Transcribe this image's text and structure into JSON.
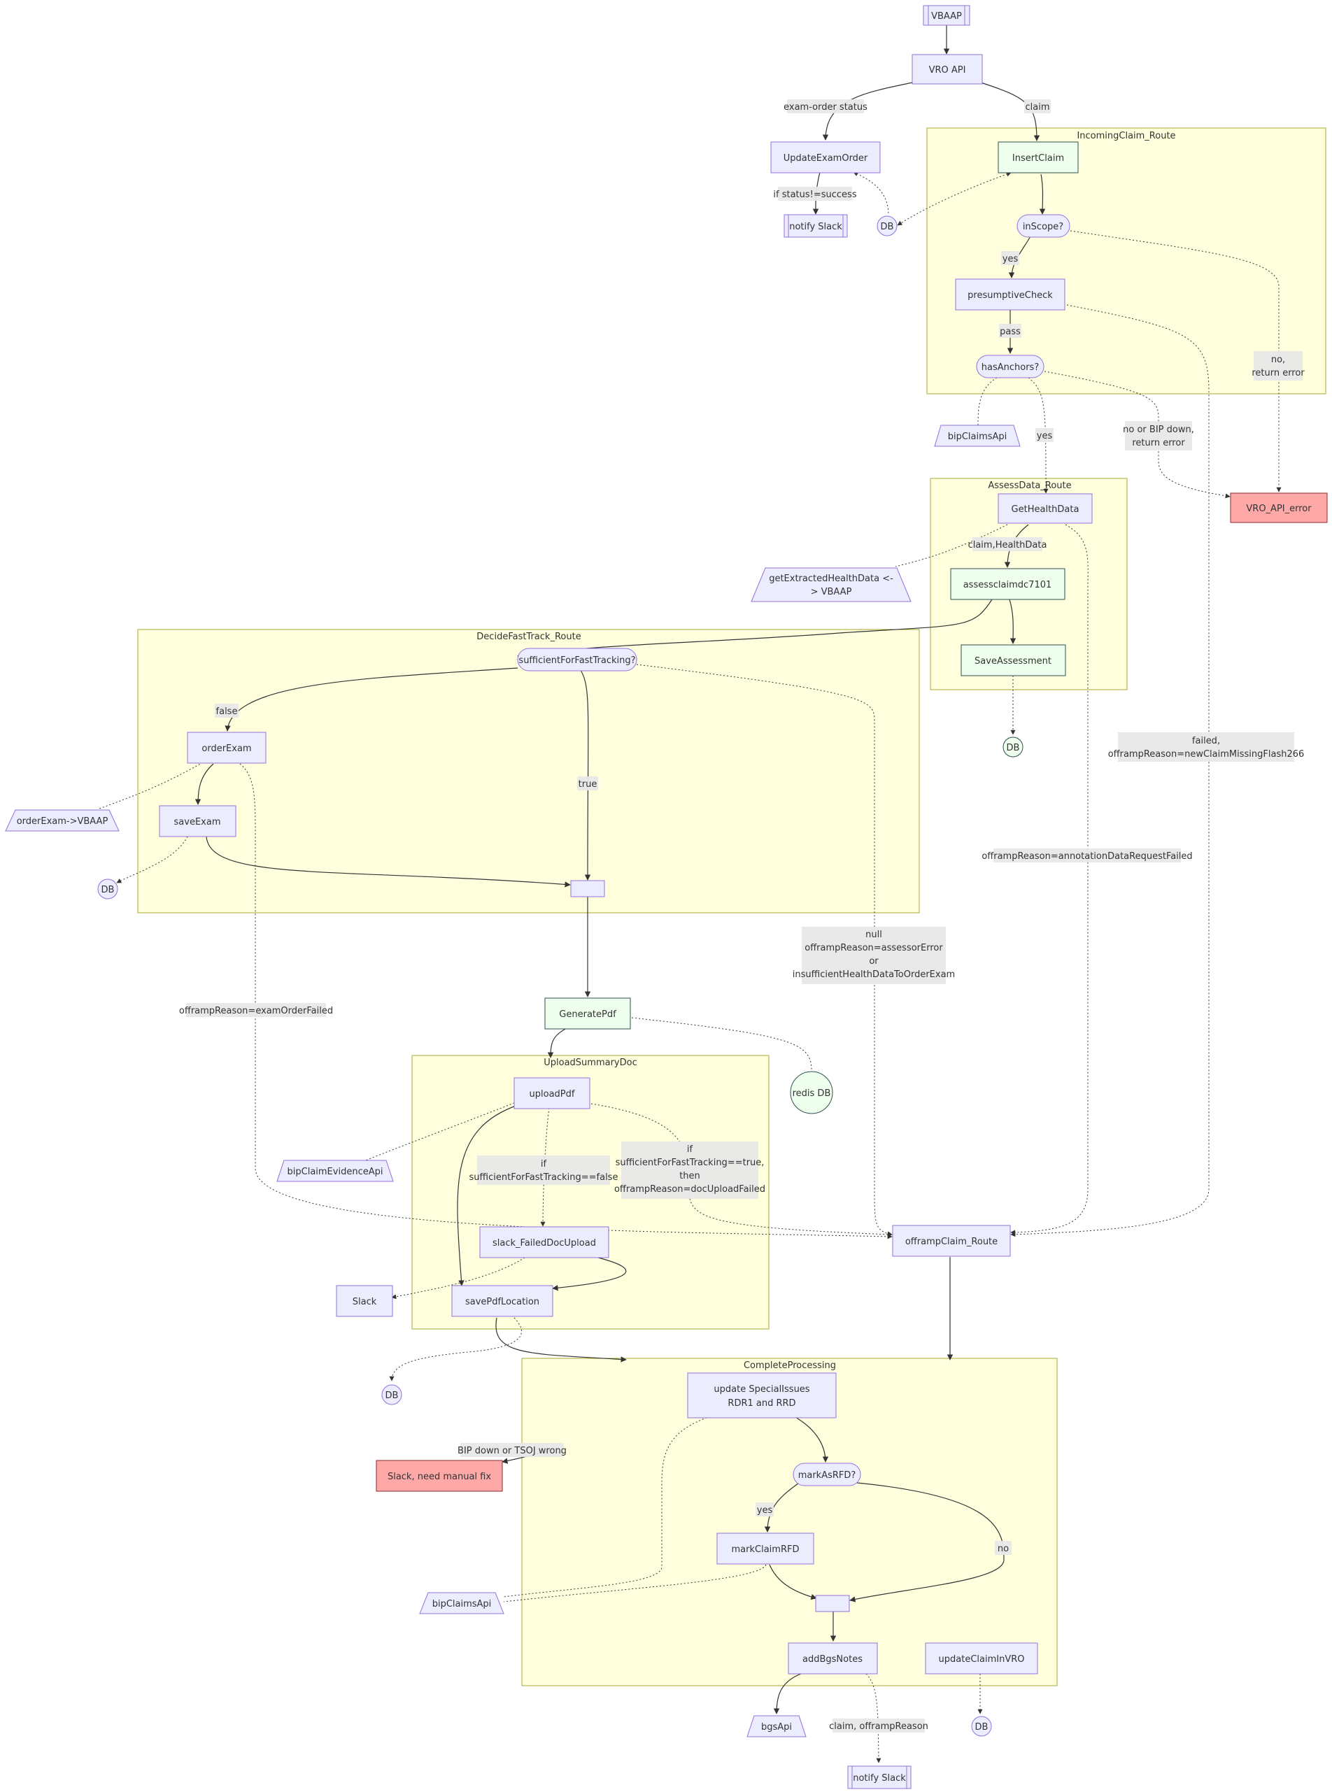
{
  "colors": {
    "node_fill": "#ececff",
    "node_stroke": "#9370db",
    "green_fill": "#efffee",
    "green_stroke": "#2f4f4f",
    "red_fill": "#ffa8a8",
    "red_stroke": "#8b2d2d",
    "cluster_fill": "#ffffde",
    "cluster_stroke": "#aaaa33",
    "edge": "#333333",
    "label_bg": "#e8e8e8"
  },
  "clusters": {
    "incoming": "IncomingClaim_Route",
    "assess": "AssessData_Route",
    "decide": "DecideFastTrack_Route",
    "upload": "UploadSummaryDoc",
    "complete": "CompleteProcessing"
  },
  "nodes": {
    "vbaap": "VBAAP",
    "vro_api": "VRO API",
    "update_exam_order": "UpdateExamOrder",
    "notify_slack_top": "notify Slack",
    "db_top": "DB",
    "insert_claim": "InsertClaim",
    "in_scope": "inScope?",
    "presumptive_check": "presumptiveCheck",
    "has_anchors": "hasAnchors?",
    "bip_claims_api_top": "bipClaimsApi",
    "vro_api_error": "VRO_API_error",
    "get_health_data": "GetHealthData",
    "get_extracted_health_data": [
      "getExtractedHealthData <-",
      "> VBAAP"
    ],
    "assess_claim": "assessclaimdc7101",
    "save_assessment": "SaveAssessment",
    "db_assess": "DB",
    "sufficient_fast_tracking": "sufficientForFastTracking?",
    "order_exam": "orderExam",
    "save_exam": "saveExam",
    "order_exam_vbaap": "orderExam->VBAAP",
    "db_exam": "DB",
    "generate_pdf": "GeneratePdf",
    "redis_db": "redis DB",
    "upload_pdf": "uploadPdf",
    "bip_claim_evidence_api": "bipClaimEvidenceApi",
    "slack_failed_doc_upload": "slack_FailedDocUpload",
    "slack": "Slack",
    "save_pdf_location": "savePdfLocation",
    "db_upload": "DB",
    "offramp_claim_route": "offrampClaim_Route",
    "update_special_issues": [
      "update SpecialIssues",
      "RDR1 and RRD"
    ],
    "slack_manual_fix": "Slack, need manual fix",
    "mark_as_rfd": "markAsRFD?",
    "mark_claim_rfd": "markClaimRFD",
    "bip_claims_api_bottom": "bipClaimsApi",
    "add_bgs_notes": "addBgsNotes",
    "update_claim_in_vro": "updateClaimInVRO",
    "bgs_api": "bgsApi",
    "db_bottom": "DB",
    "notify_slack_bottom": "notify Slack"
  },
  "edge_labels": {
    "exam_order_status": "exam-order status",
    "claim": "claim",
    "if_status_not_success": "if status!=success",
    "yes_scope": "yes",
    "pass": "pass",
    "yes_anchors": "yes",
    "no_return_error": [
      "no,",
      "return error"
    ],
    "no_bip_down": [
      "no or BIP down,",
      "return error"
    ],
    "claim_health_data": "claim,HealthData",
    "failed_offramp": [
      "failed,",
      "offrampReason=newClaimMissingFlash266"
    ],
    "annotation_failed": "offrampReason=annotationDataRequestFailed",
    "false": "false",
    "true": "true",
    "null_assessor": [
      "null",
      "offrampReason=assessorError",
      "or",
      "insufficientHealthDataToOrderExam"
    ],
    "exam_order_failed": "offrampReason=examOrderFailed",
    "if_not_fast": [
      "if",
      "sufficientForFastTracking==false"
    ],
    "if_fast_upload_failed": [
      "if",
      "sufficientForFastTracking==true,",
      "then",
      "offrampReason=docUploadFailed"
    ],
    "bip_down": "BIP down or TSOJ wrong",
    "yes_rfd": "yes",
    "no_rfd": "no",
    "claim_offramp_reason": "claim, offrampReason"
  }
}
